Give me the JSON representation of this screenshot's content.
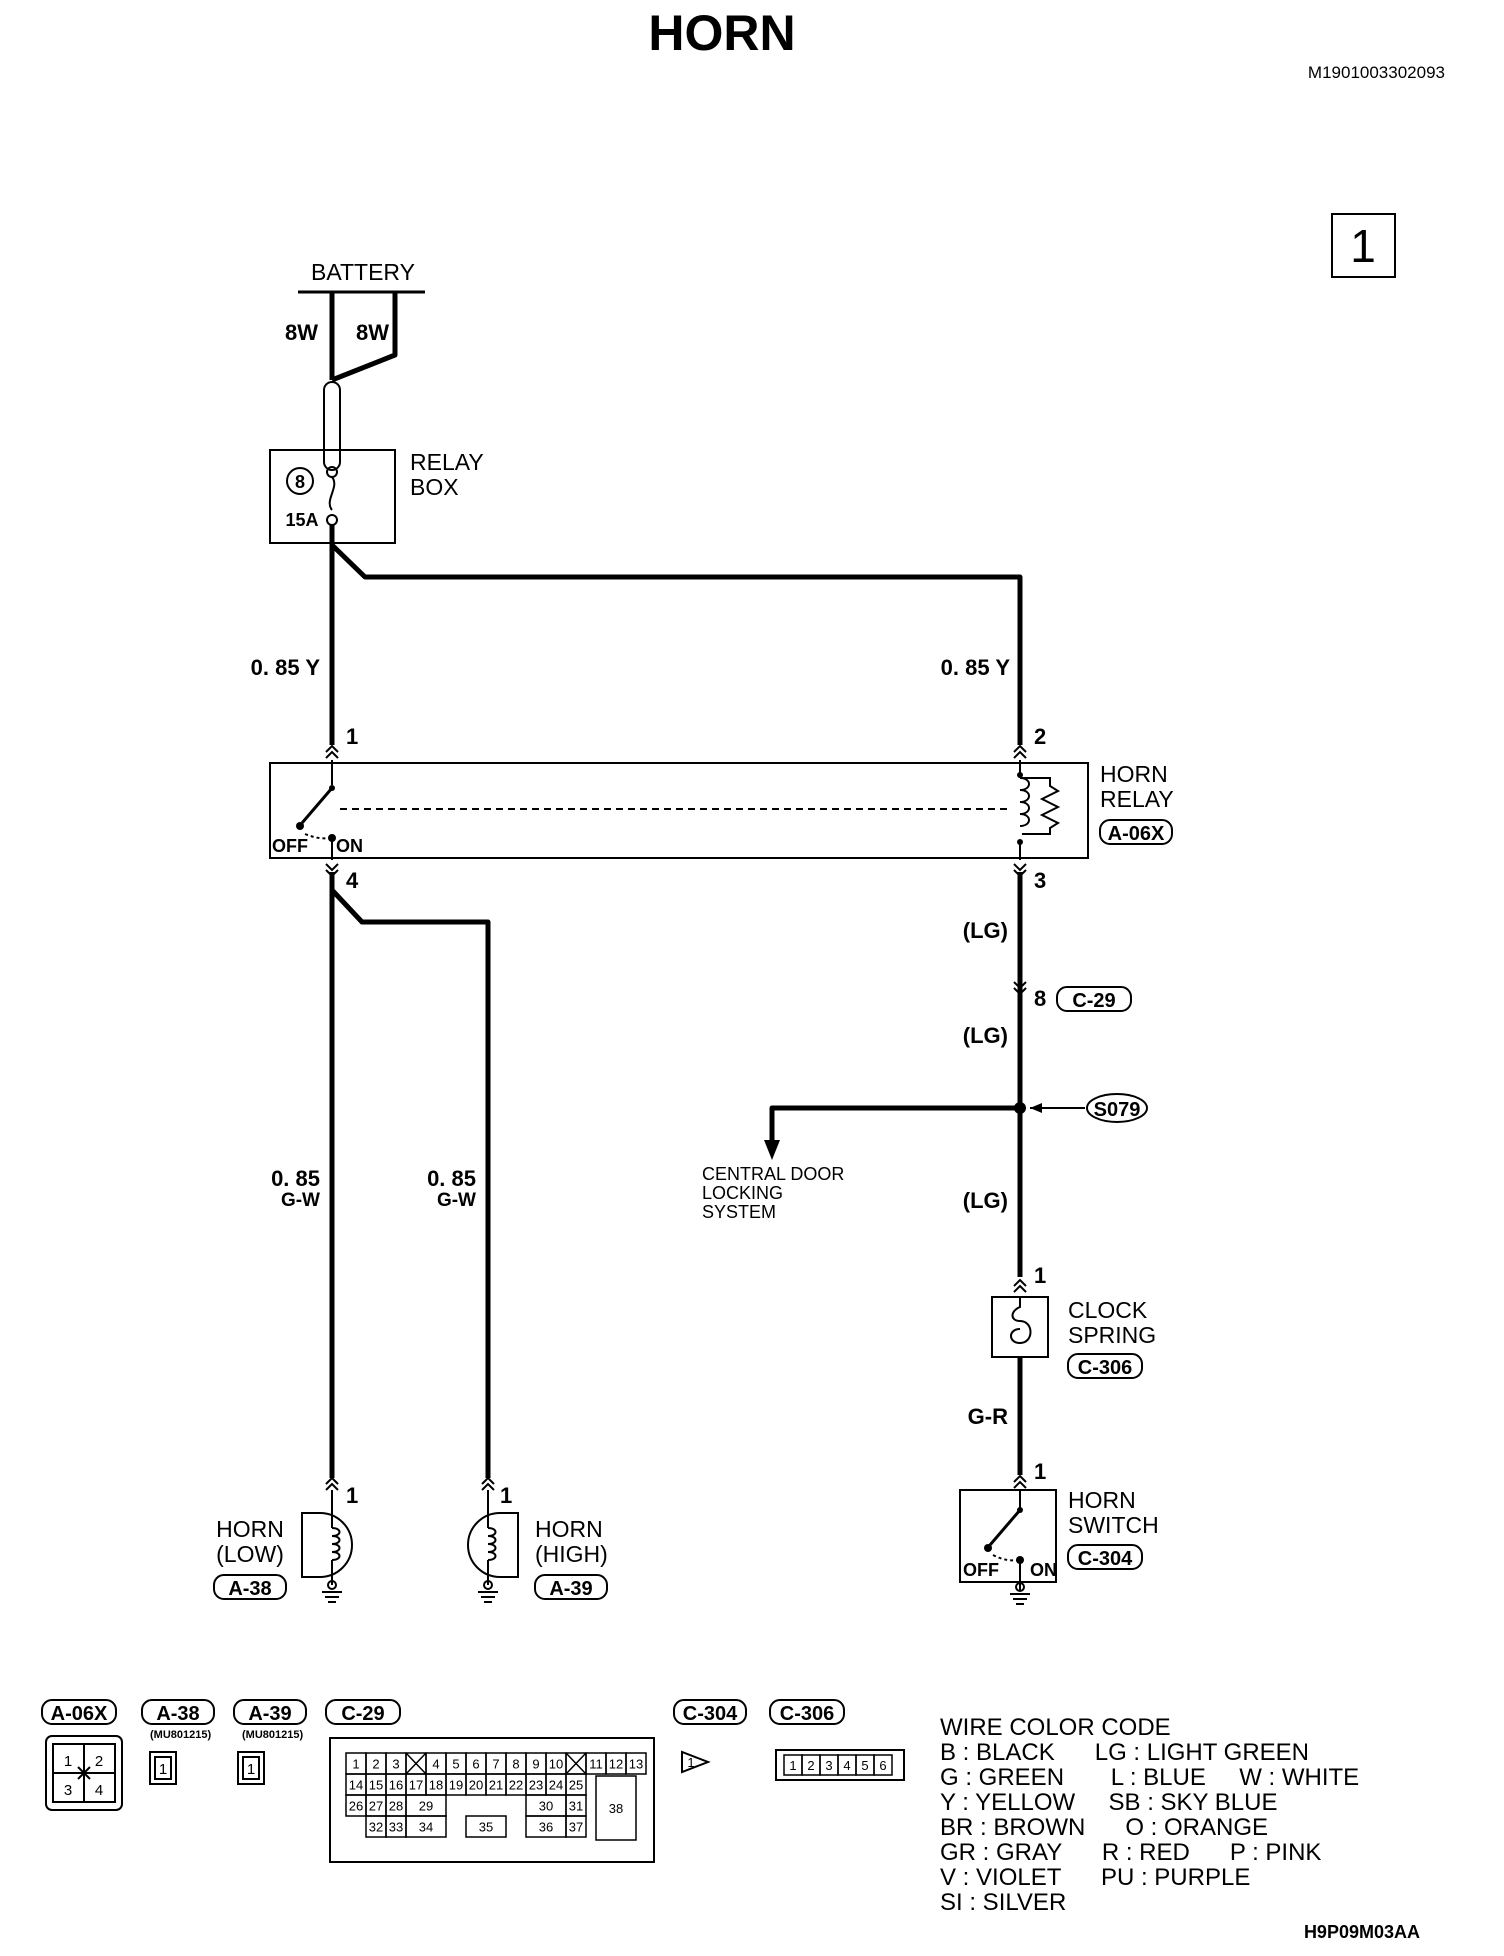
{
  "title": "HORN",
  "document_code": "M1901003302093",
  "page_number": "1",
  "footer_code": "H9P09M03AA",
  "labels": {
    "battery": "BATTERY",
    "wire_8w_left": "8W",
    "wire_8w_right": "8W",
    "relay_box_line1": "RELAY",
    "relay_box_line2": "BOX",
    "fuse_number": "8",
    "fuse_rating": "15A",
    "wire_085y_left": "0. 85 Y",
    "wire_085y_right": "0. 85 Y",
    "pin_1_relay": "1",
    "pin_2_relay": "2",
    "pin_3_relay": "3",
    "pin_4_relay": "4",
    "horn_relay_line1": "HORN",
    "horn_relay_line2": "RELAY",
    "horn_relay_conn": "A-06X",
    "relay_off": "OFF",
    "relay_on": "ON",
    "wire_lg_1": "(LG)",
    "wire_lg_2": "(LG)",
    "wire_lg_3": "(LG)",
    "c29_pin": "8",
    "c29_conn": "C-29",
    "splice": "S079",
    "cdl_line1": "CENTRAL DOOR",
    "cdl_line2": "LOCKING",
    "cdl_line3": "SYSTEM",
    "wire_gw_left_1": "0. 85",
    "wire_gw_left_2": "G-W",
    "wire_gw_right_1": "0. 85",
    "wire_gw_right_2": "G-W",
    "clock_pin": "1",
    "clock_line1": "CLOCK",
    "clock_line2": "SPRING",
    "clock_conn": "C-306",
    "wire_gr": "G-R",
    "switch_pin": "1",
    "switch_line1": "HORN",
    "switch_line2": "SWITCH",
    "switch_conn": "C-304",
    "switch_off": "OFF",
    "switch_on": "ON",
    "horn_low_pin": "1",
    "horn_low_line1": "HORN",
    "horn_low_line2": "(LOW)",
    "horn_low_conn": "A-38",
    "horn_high_pin": "1",
    "horn_high_line1": "HORN",
    "horn_high_line2": "(HIGH)",
    "horn_high_conn": "A-39"
  },
  "connectors": {
    "a06x": {
      "label": "A-06X",
      "pins": [
        "1",
        "2",
        "3",
        "4"
      ]
    },
    "a38": {
      "label": "A-38",
      "part": "(MU801215)",
      "pins": [
        "1"
      ]
    },
    "a39": {
      "label": "A-39",
      "part": "(MU801215)",
      "pins": [
        "1"
      ]
    },
    "c29": {
      "label": "C-29",
      "row1": [
        "1",
        "2",
        "3",
        "",
        "4",
        "5",
        "6",
        "7",
        "8",
        "9",
        "10",
        "",
        "11",
        "12",
        "13"
      ],
      "row2": [
        "14",
        "15",
        "16",
        "17",
        "18",
        "19",
        "20",
        "21",
        "22",
        "23",
        "24",
        "25"
      ],
      "row3": [
        "26",
        "27",
        "28",
        "29",
        "30",
        "31"
      ],
      "row4": [
        "32",
        "33",
        "34",
        "35",
        "36",
        "37"
      ],
      "big": "38"
    },
    "c304": {
      "label": "C-304",
      "pin": "1"
    },
    "c306": {
      "label": "C-306",
      "pins": [
        "1",
        "2",
        "3",
        "4",
        "5",
        "6"
      ]
    }
  },
  "wire_color_code": {
    "heading": "WIRE COLOR CODE",
    "lines": [
      "B : BLACK      LG : LIGHT GREEN",
      "G : GREEN       L : BLUE     W : WHITE",
      "Y : YELLOW     SB : SKY BLUE",
      "BR : BROWN      O : ORANGE",
      "GR : GRAY      R : RED      P : PINK",
      "V : VIOLET      PU : PURPLE",
      "SI : SILVER"
    ]
  }
}
